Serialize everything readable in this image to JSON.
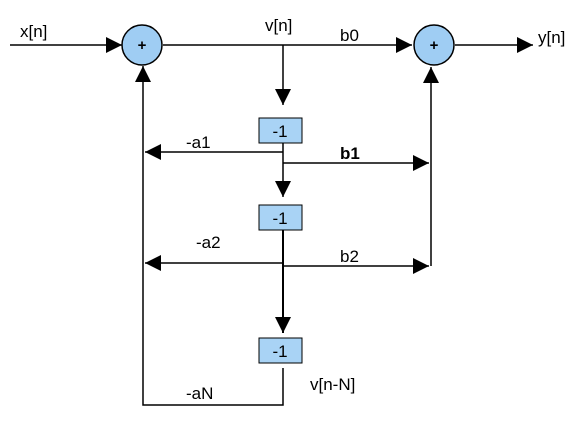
{
  "labels": {
    "input": "x[n]",
    "output": "y[n]",
    "state": "v[n]",
    "state_delayed": "v[n-N]"
  },
  "adders": {
    "left_symbol": "+",
    "right_symbol": "+"
  },
  "delays": [
    "-1",
    "-1",
    "-1"
  ],
  "feedback_gains": [
    "-a1",
    "-a2",
    "-aN"
  ],
  "feedforward_gains": [
    "b0",
    "b1",
    "b2"
  ],
  "colors": {
    "adder_fill": "#9fcdf3",
    "delay_fill": "#a9d3f5",
    "stroke": "#000000",
    "background": "#ffffff"
  }
}
